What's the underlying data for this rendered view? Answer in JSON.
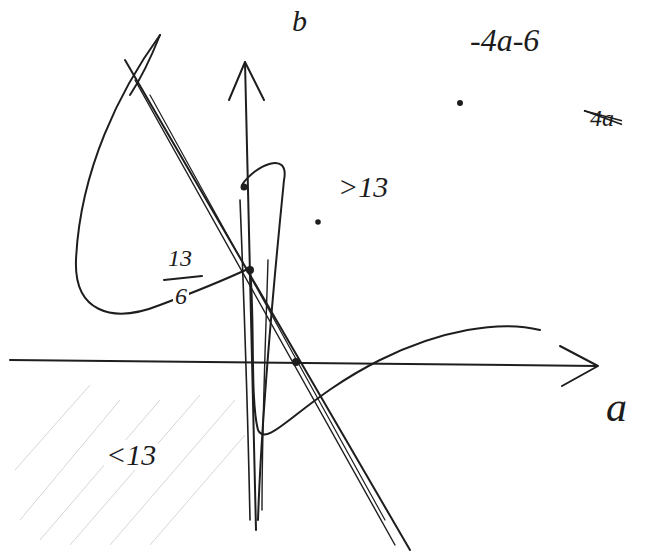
{
  "diagram": {
    "labels": [
      "b",
      "-4a-6",
      "4a",
      ">13",
      "13",
      "6",
      "<13",
      "a"
    ]
  }
}
